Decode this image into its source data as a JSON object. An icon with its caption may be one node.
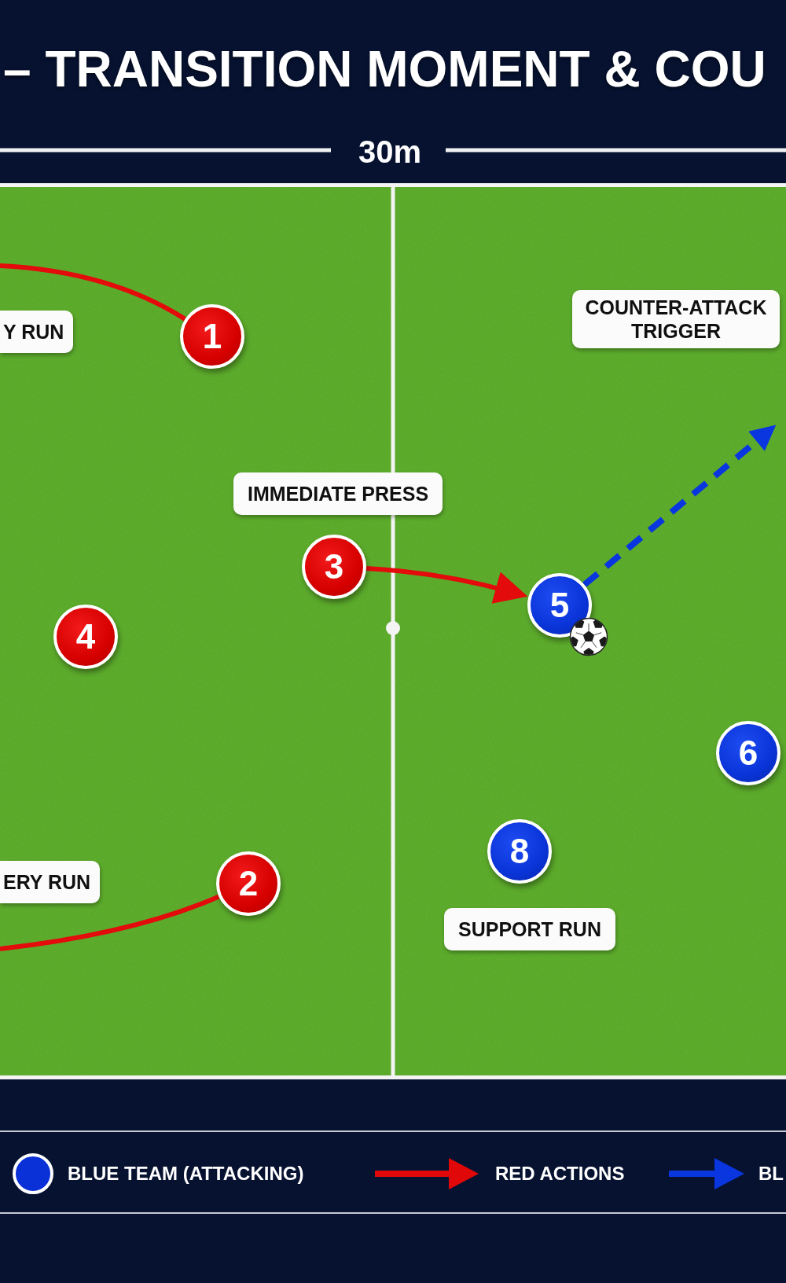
{
  "diagram": {
    "title": "– TRANSITION MOMENT & COU",
    "nodes": [
      {
        "text": [
          "Y RUN"
        ]
      },
      {
        "text": [
          "1"
        ]
      },
      {
        "text": [
          "COUNTER-ATTACK TRIGGER"
        ]
      },
      {
        "text": [
          "IMMEDIATE PRESS"
        ]
      },
      {
        "text": [
          "3"
        ]
      },
      {
        "text": [
          "5"
        ]
      },
      {
        "text": [
          "4"
        ]
      },
      {
        "text": [
          "6"
        ]
      },
      {
        "text": [
          "ERY RUN"
        ]
      },
      {
        "text": [
          "2"
        ]
      },
      {
        "text": [
          "8"
        ]
      },
      {
        "text": [
          "SUPPORT RUN"
        ]
      }
    ],
    "edges": [
      {
        "from": 1,
        "to": null,
        "arrow": "none"
      },
      {
        "from": 9,
        "to": null,
        "arrow": "none"
      },
      {
        "from": 4,
        "to": 5,
        "arrow": "to"
      },
      {
        "from": 5,
        "to": null,
        "arrow": "to",
        "style": "dashed",
        "color": "#0a36e0"
      }
    ],
    "labels": [
      "30m"
    ],
    "legend": [
      {
        "text": "BLUE TEAM (ATTACKING)",
        "color": "#0a30d8"
      },
      {
        "text": "RED ACTIONS"
      },
      {
        "text": "BL"
      }
    ]
  }
}
